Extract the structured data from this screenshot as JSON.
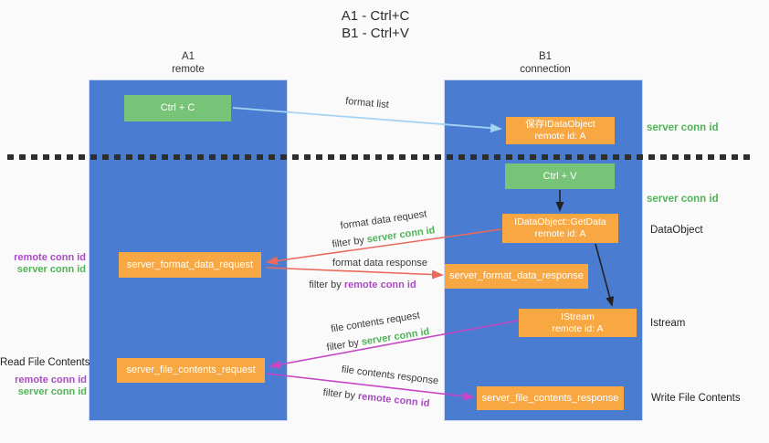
{
  "title": {
    "line1": "A1 - Ctrl+C",
    "line2": "B1 - Ctrl+V"
  },
  "lanes": {
    "left": {
      "title": "A1",
      "subtitle": "remote"
    },
    "right": {
      "title": "B1",
      "subtitle": "connection"
    }
  },
  "nodes": {
    "ctrl_c": {
      "label": "Ctrl + C"
    },
    "ctrl_v": {
      "label": "Ctrl + V"
    },
    "save_idataobject": {
      "line1": "保存IDataObject",
      "line2": "remote id: A"
    },
    "idataobject_getdata": {
      "line1": "IDataObject::GetData",
      "line2": "remote id: A"
    },
    "istream": {
      "line1": "IStream",
      "line2": "remote id: A"
    },
    "server_format_data_request": {
      "label": "server_format_data_request"
    },
    "server_format_data_response": {
      "label": "server_format_data_response"
    },
    "server_file_contents_request": {
      "label": "server_file_contents_request"
    },
    "server_file_contents_response": {
      "label": "server_file_contents_response"
    }
  },
  "side_labels": {
    "server_conn_id_top": "server conn id",
    "server_conn_id_mid": "server conn id",
    "dataobject": "DataObject",
    "istream": "Istream",
    "read_file_contents": "Read File Contents",
    "write_file_contents": "Write File Contents",
    "format_group": {
      "remote": "remote conn id",
      "server": "server conn id"
    },
    "file_group": {
      "remote": "remote conn id",
      "server": "server conn id"
    }
  },
  "arrow_labels": {
    "format_list": "format list",
    "format_data_request": "format data request",
    "filter_by_server_1": {
      "prefix": "filter by ",
      "id": "server conn id"
    },
    "format_data_response": "format data response",
    "filter_by_remote_1": {
      "prefix": "filter by ",
      "id": "remote conn id"
    },
    "file_contents_request": "file contents request",
    "filter_by_server_2": {
      "prefix": "filter by ",
      "id": "server conn id"
    },
    "file_contents_response": "file contents response",
    "filter_by_remote_2": {
      "prefix": "filter by ",
      "id": "remote conn id"
    }
  },
  "colors": {
    "lane_blue": "#4a7dd1",
    "node_green": "#77c378",
    "node_orange": "#f7a843",
    "accent_green": "#4fb456",
    "accent_purple": "#a94ac2",
    "arrow_red": "#e96a5c",
    "arrow_magenta": "#c646c6",
    "arrow_lightblue": "#a5d3f3",
    "arrow_black": "#222222"
  }
}
